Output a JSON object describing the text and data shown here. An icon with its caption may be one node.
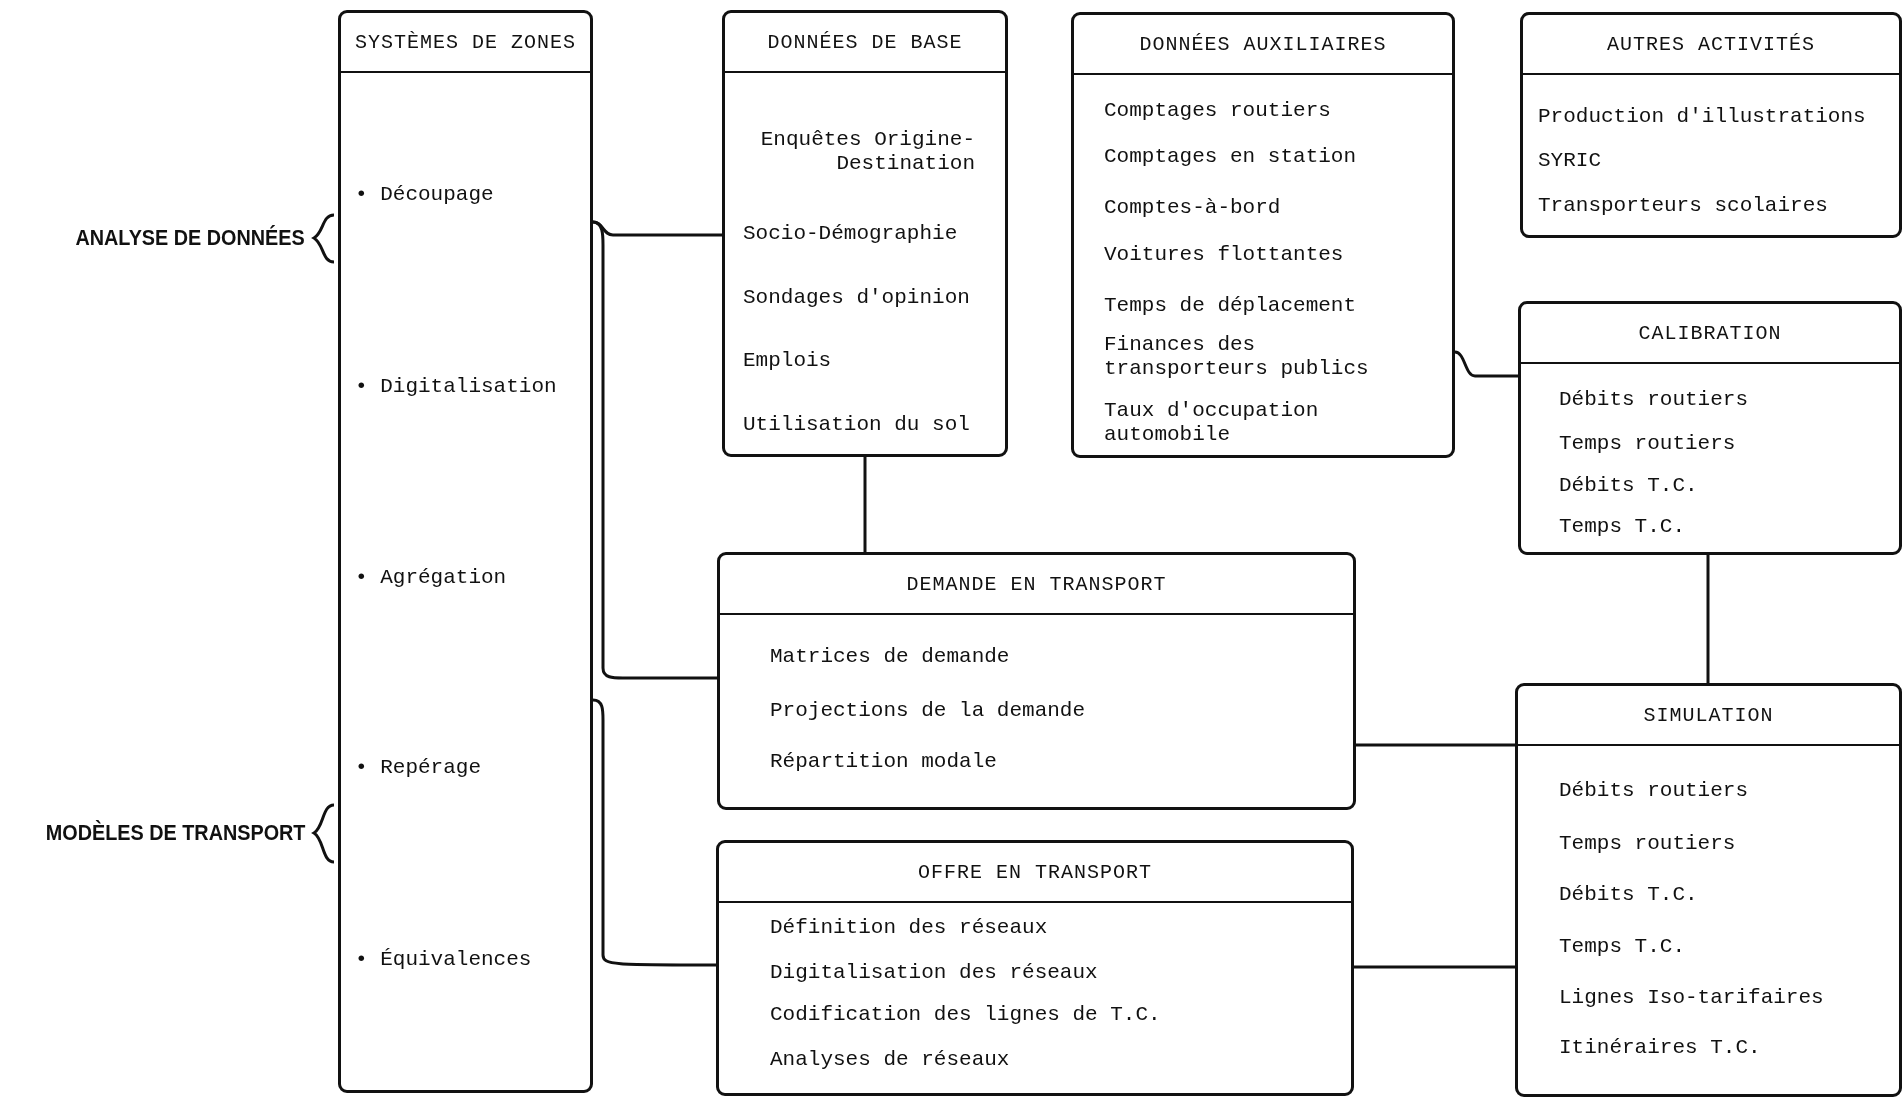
{
  "diagram": {
    "nodes": [
      {
        "text": [
          "SYSTÈMES DE ZONES",
          "• Découpage",
          "• Digitalisation",
          "• Agrégation",
          "• Repérage",
          "• Équivalences"
        ]
      },
      {
        "text": [
          "DONNÉES DE BASE",
          "Enquêtes Origine-Destination",
          "Socio-Démographie",
          "Sondages d'opinion",
          "Emplois",
          "Utilisation du sol"
        ]
      },
      {
        "text": [
          "DONNÉES AUXILIAIRES",
          "Comptages routiers",
          "Comptages en station",
          "Comptes-à-bord",
          "Voitures flottantes",
          "Temps de déplacement",
          "Finances des transporteurs publics",
          "Taux d'occupation automobile"
        ]
      },
      {
        "text": [
          "AUTRES ACTIVITÉS",
          "Production d'illustrations",
          "SYRIC",
          "Transporteurs scolaires"
        ]
      },
      {
        "text": [
          "CALIBRATION",
          "Débits routiers",
          "Temps routiers",
          "Débits T.C.",
          "Temps T.C."
        ]
      },
      {
        "text": [
          "DEMANDE EN TRANSPORT",
          "Matrices de demande",
          "Projections de la demande",
          "Répartition modale"
        ]
      },
      {
        "text": [
          "OFFRE EN TRANSPORT",
          "Définition des réseaux",
          "Digitalisation des réseaux",
          "Codification des lignes de T.C.",
          "Analyses de réseaux"
        ]
      },
      {
        "text": [
          "SIMULATION",
          "Débits routiers",
          "Temps routiers",
          "Débits T.C.",
          "Temps T.C.",
          "Lignes Iso-tarifaires",
          "Itinéraires T.C."
        ]
      }
    ],
    "edges": [
      {
        "from": 0,
        "to": 1,
        "arrow": "none"
      },
      {
        "from": 0,
        "to": 5,
        "arrow": "none"
      },
      {
        "from": 0,
        "to": 6,
        "arrow": "none"
      },
      {
        "from": 1,
        "to": 5,
        "arrow": "none"
      },
      {
        "from": 2,
        "to": 4,
        "arrow": "none"
      },
      {
        "from": 4,
        "to": 7,
        "arrow": "none"
      },
      {
        "from": 5,
        "to": 7,
        "arrow": "none"
      },
      {
        "from": 6,
        "to": 7,
        "arrow": "none"
      }
    ],
    "labels": [
      "ANALYSE DE DONNÉES",
      "MODÈLES DE TRANSPORT"
    ]
  }
}
